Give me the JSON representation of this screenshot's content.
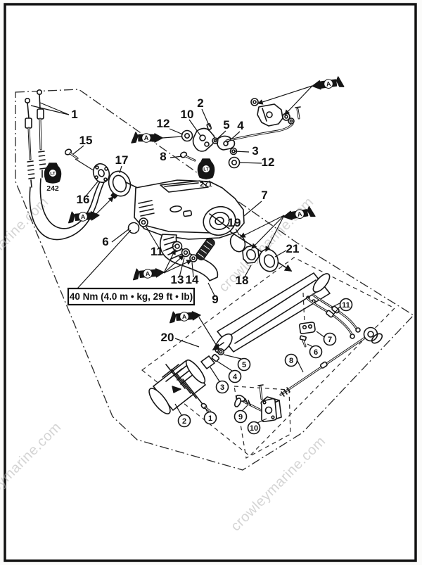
{
  "page": {
    "type": "exploded-parts-diagram",
    "description": "Outboard motor steering / tiller handle assembly exploded view"
  },
  "watermark": {
    "text": "crowleymarine.com"
  },
  "torque_box": {
    "text": "40 Nm (4.0 m • kg, 29 ft • lb)"
  },
  "ref_marker": {
    "letter": "A"
  },
  "adhesive": {
    "code": "LT",
    "items": [
      "242",
      "271"
    ]
  },
  "callouts": {
    "plain": [
      "1",
      "15",
      "17",
      "16",
      "2",
      "10",
      "12",
      "5",
      "4",
      "3",
      "8",
      "12",
      "7",
      "19",
      "18",
      "21",
      "6",
      "11",
      "13",
      "14",
      "9",
      "20"
    ],
    "circled": [
      "1",
      "2",
      "3",
      "4",
      "5",
      "6",
      "7",
      "8",
      "9",
      "10",
      "11"
    ]
  }
}
